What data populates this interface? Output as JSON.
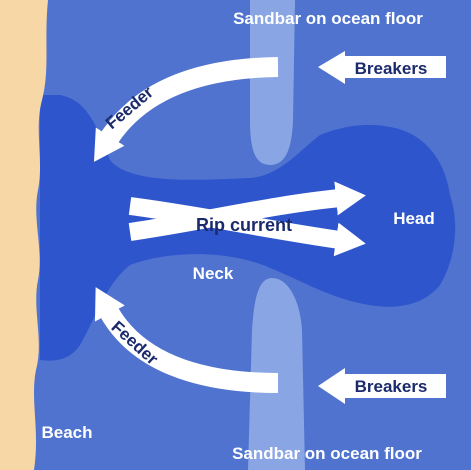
{
  "colors": {
    "ocean": "#4f73cf",
    "ocean_outer": "#5a7ed6",
    "channel": "#2f55cc",
    "sandbar": "#8aa5e3",
    "beach": "#f7d7a6",
    "arrow": "#ffffff",
    "label_dark": "#1b2a6b",
    "label_light": "#ffffff"
  },
  "labels": {
    "sandbar_top": "Sandbar on ocean floor",
    "sandbar_bottom": "Sandbar on ocean floor",
    "breakers_top": "Breakers",
    "breakers_bottom": "Breakers",
    "feeder_top": "Feeder",
    "feeder_bottom": "Feeder",
    "rip_current": "Rip current",
    "head": "Head",
    "neck": "Neck",
    "beach": "Beach"
  }
}
